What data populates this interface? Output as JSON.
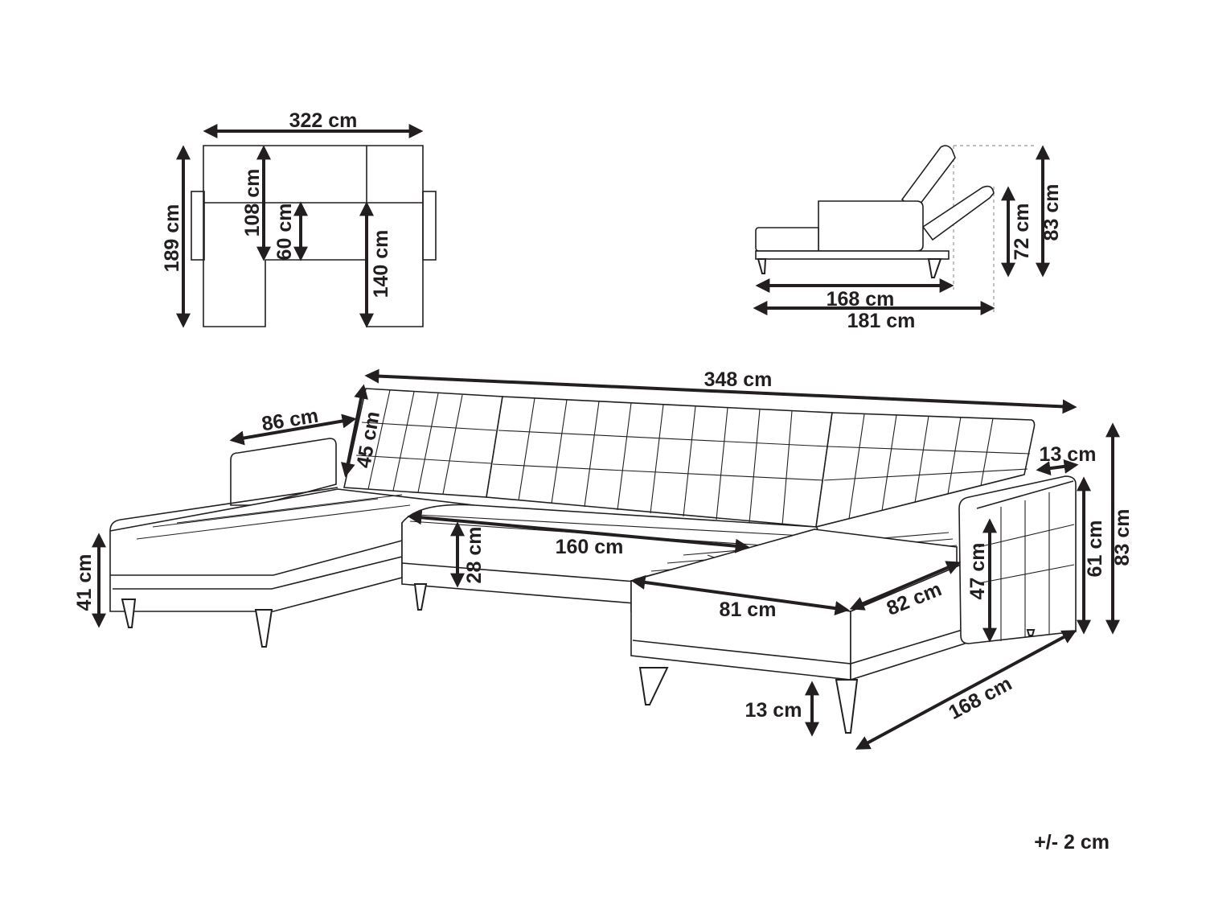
{
  "plan": {
    "width": "322 cm",
    "depth": "189 cm",
    "seat_back_depth": "108 cm",
    "seat_depth": "60 cm",
    "chaise_depth": "140 cm"
  },
  "side": {
    "height_backrest": "83 cm",
    "height_reclined": "72 cm",
    "length_bed": "168 cm",
    "length_total": "181 cm"
  },
  "main": {
    "total_width": "348 cm",
    "chaise_length": "86 cm",
    "back_height": "45 cm",
    "armrest_width": "13 cm",
    "total_height": "83 cm",
    "arm_height": "61 cm",
    "arm_inner": "47 cm",
    "seat_height": "41 cm",
    "seat_thickness": "28 cm",
    "seat_width": "160 cm",
    "chaise_front": "81 cm",
    "chaise_side": "82 cm",
    "leg_height": "13 cm",
    "depth": "168 cm"
  },
  "tolerance": "+/- 2 cm"
}
